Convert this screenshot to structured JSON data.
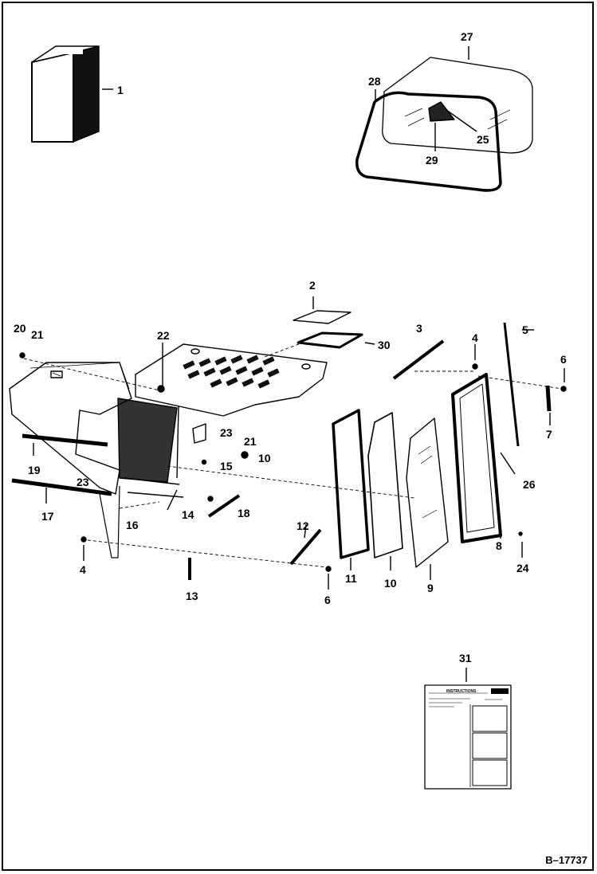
{
  "drawing_id": "B–17737",
  "callouts": [
    "1",
    "2",
    "3",
    "4",
    "5",
    "6",
    "7",
    "8",
    "9",
    "10",
    "11",
    "12",
    "13",
    "14",
    "15",
    "16",
    "17",
    "18",
    "19",
    "20",
    "21",
    "22",
    "23",
    "24",
    "25",
    "26",
    "27",
    "28",
    "29",
    "30",
    "31"
  ],
  "decal_title": "INSTRUCTIONS"
}
